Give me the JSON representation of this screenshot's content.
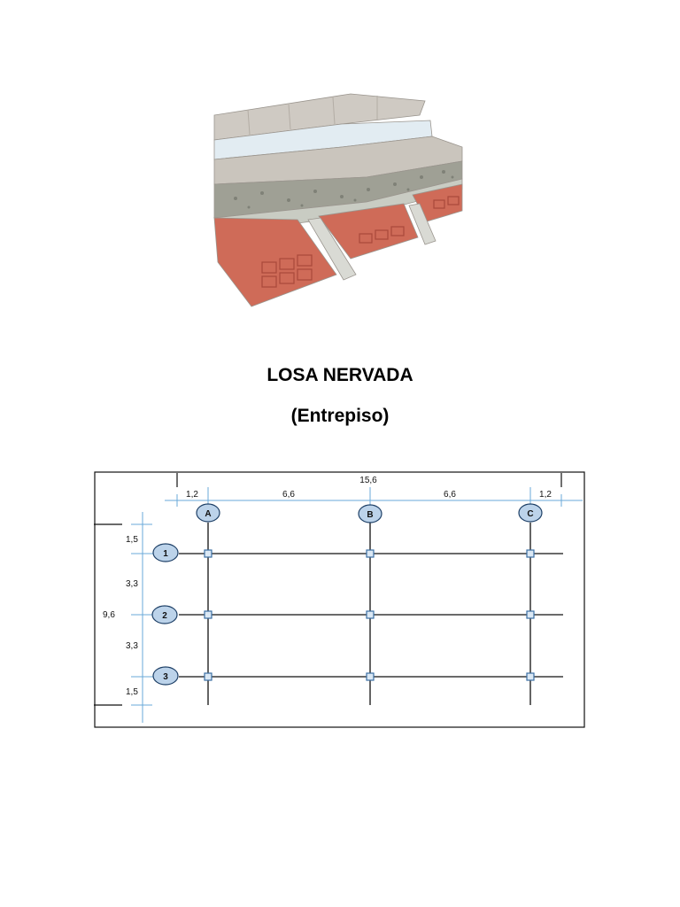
{
  "document": {
    "title": "LOSA NERVADA",
    "subtitle": "(Entrepiso)"
  },
  "illustration": {
    "layers": [
      "floor-tiles",
      "waterproof-membrane",
      "mortar-screed",
      "gravel-fill",
      "concrete-topping",
      "hollow-clay-bricks",
      "precast-joists"
    ],
    "colors": {
      "tile": "#cfcac3",
      "membrane": "#e2ecf2",
      "screed": "#cac5bd",
      "gravel": "#9fa095",
      "concrete": "#c9ccc3",
      "brick": "#cf6b58",
      "brick_dark": "#a9493a",
      "joist": "#d9dad4"
    }
  },
  "plan": {
    "total_width": "15,6",
    "total_height": "9,6",
    "x_spans": [
      "1,2",
      "6,6",
      "6,6",
      "1,2"
    ],
    "y_spans": [
      "1,5",
      "3,3",
      "3,3",
      "1,5"
    ],
    "column_axes": [
      "A",
      "B",
      "C"
    ],
    "row_axes": [
      "1",
      "2",
      "3"
    ],
    "colors": {
      "dim_line": "#6aa9d8",
      "bubble_fill": "#bcd3ea",
      "bubble_stroke": "#1d3f66",
      "grid_line": "#111111",
      "column_node": "#3b6fa3"
    }
  }
}
